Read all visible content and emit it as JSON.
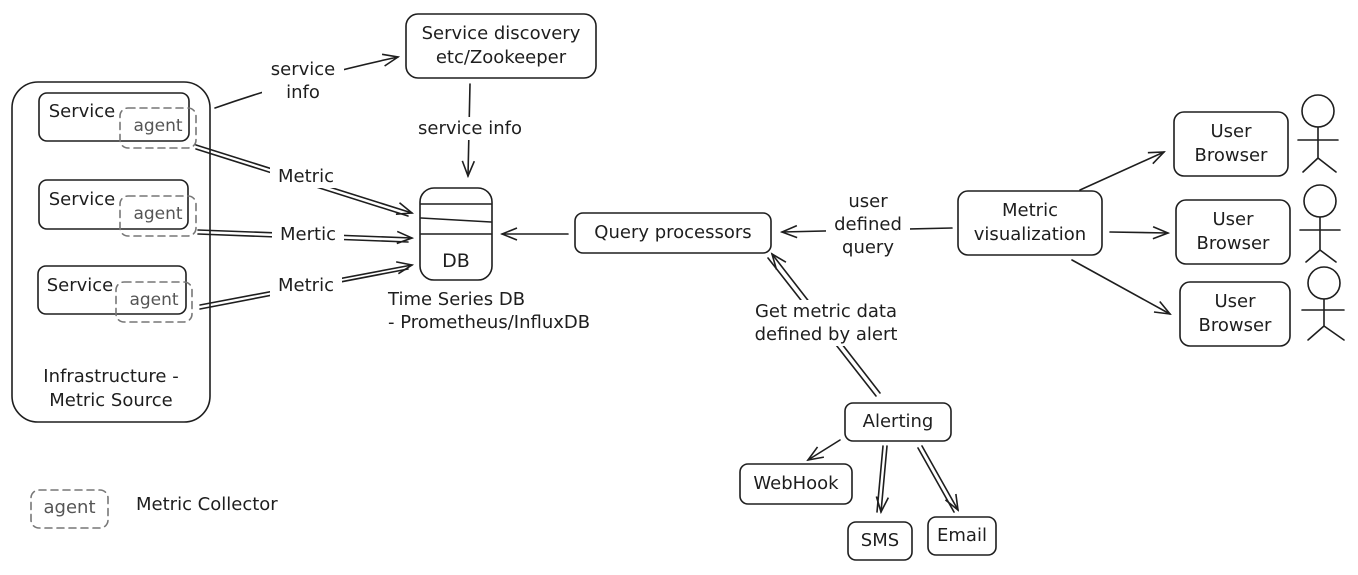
{
  "infrastructure": {
    "title": "Infrastructure -\nMetric Source",
    "services": [
      {
        "label": "Service",
        "agent": "agent"
      },
      {
        "label": "Service",
        "agent": "agent"
      },
      {
        "label": "Service",
        "agent": "agent"
      }
    ]
  },
  "service_discovery": {
    "label": "Service discovery\netc/Zookeeper"
  },
  "edges": {
    "service_info_top": "service\ninfo",
    "service_info_down": "service info",
    "metric_1": "Metric",
    "metric_2": "Mertic",
    "metric_3": "Metric",
    "user_defined_query": "user\ndefined\nquery",
    "get_metric_data": "Get metric data\ndefined by alert"
  },
  "db": {
    "label": "DB",
    "caption": "Time Series DB\n- Prometheus/InfluxDB"
  },
  "query_processors": {
    "label": "Query processors"
  },
  "metric_visualization": {
    "label": "Metric\nvisualization"
  },
  "users": [
    {
      "label": "User\nBrowser"
    },
    {
      "label": "User\nBrowser"
    },
    {
      "label": "User\nBrowser"
    }
  ],
  "alerting": {
    "label": "Alerting"
  },
  "channels": {
    "webhook": "WebHook",
    "sms": "SMS",
    "email": "Email"
  },
  "legend": {
    "agent": "agent",
    "text": "Metric Collector"
  },
  "colors": {
    "stroke": "#1e1e1e",
    "agent": "#777777",
    "background": "#ffffff"
  }
}
